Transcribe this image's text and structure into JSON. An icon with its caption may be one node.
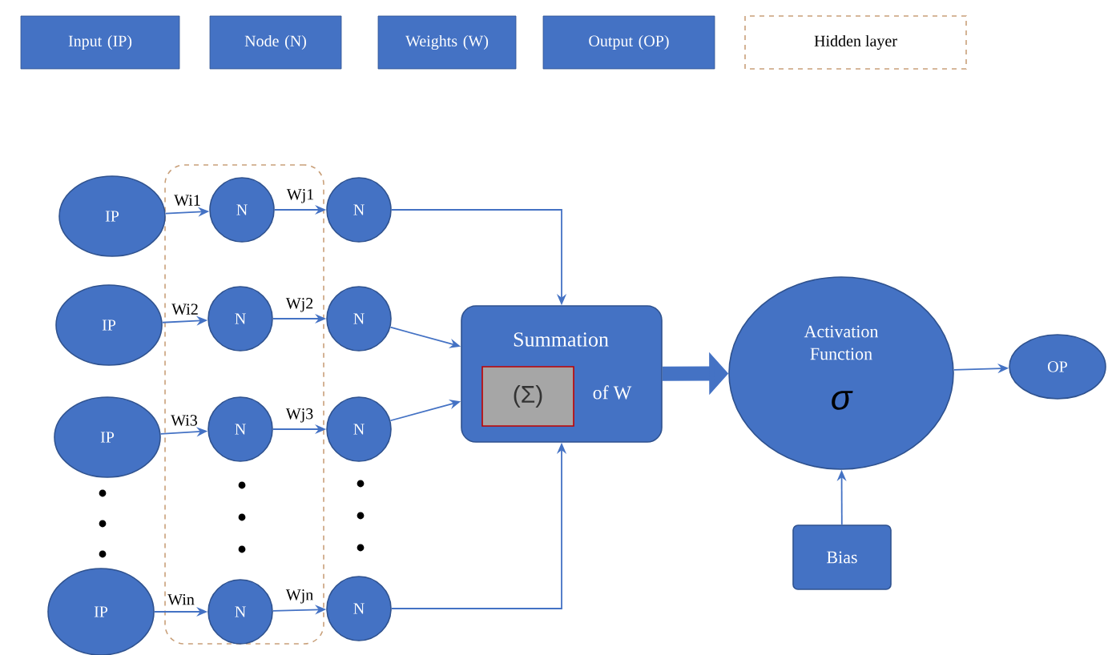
{
  "diagram": {
    "nodes": [
      {
        "text": [],
        "shape": "box"
      },
      {
        "text": [
          "IP"
        ]
      },
      {
        "text": [
          "IP"
        ]
      },
      {
        "text": [
          "IP"
        ]
      },
      {
        "text": [
          "IP"
        ]
      },
      {
        "text": [
          "N"
        ],
        "in": 0
      },
      {
        "text": [
          "N"
        ],
        "in": 0
      },
      {
        "text": [
          "N"
        ],
        "in": 0
      },
      {
        "text": [
          "N"
        ],
        "in": 0
      },
      {
        "text": [
          "N"
        ]
      },
      {
        "text": [
          "N"
        ]
      },
      {
        "text": [
          "N"
        ]
      },
      {
        "text": [
          "N"
        ]
      },
      {
        "text": [
          "Summation",
          "of W"
        ]
      },
      {
        "text": [
          "(Σ)"
        ],
        "in": 13
      },
      {
        "text": [
          "Activation Function",
          "σ"
        ]
      },
      {
        "text": [
          "Bias"
        ]
      },
      {
        "text": [
          "OP"
        ]
      }
    ],
    "edges": [
      {
        "from": 1,
        "to": 5,
        "arrow": "to",
        "label": "Wi1"
      },
      {
        "from": 2,
        "to": 6,
        "arrow": "to",
        "label": "Wi2"
      },
      {
        "from": 3,
        "to": 7,
        "arrow": "to",
        "label": "Wi3"
      },
      {
        "from": 4,
        "to": 8,
        "arrow": "to",
        "label": "Win"
      },
      {
        "from": 5,
        "to": 9,
        "arrow": "to",
        "label": "Wj1"
      },
      {
        "from": 6,
        "to": 10,
        "arrow": "to",
        "label": "Wj2"
      },
      {
        "from": 7,
        "to": 11,
        "arrow": "to",
        "label": "Wj3"
      },
      {
        "from": 8,
        "to": 12,
        "arrow": "to",
        "label": "Wjn"
      },
      {
        "from": 9,
        "to": 13,
        "arrow": "to"
      },
      {
        "from": 10,
        "to": 13,
        "arrow": "to"
      },
      {
        "from": 11,
        "to": 13,
        "arrow": "to"
      },
      {
        "from": 12,
        "to": 13,
        "arrow": "to"
      },
      {
        "from": 13,
        "to": 15,
        "arrow": "to",
        "style": "thick"
      },
      {
        "from": 16,
        "to": 15,
        "arrow": "to"
      },
      {
        "from": 15,
        "to": 17,
        "arrow": "to"
      }
    ],
    "legend": [
      {
        "text": "Input  (IP)",
        "color": "#4472c4"
      },
      {
        "text": "Node (N)",
        "color": "#4472c4"
      },
      {
        "text": "Weights (W)",
        "color": "#4472c4"
      },
      {
        "text": "Output (OP)",
        "color": "#4472c4"
      },
      {
        "text": "Hidden layer"
      }
    ]
  }
}
